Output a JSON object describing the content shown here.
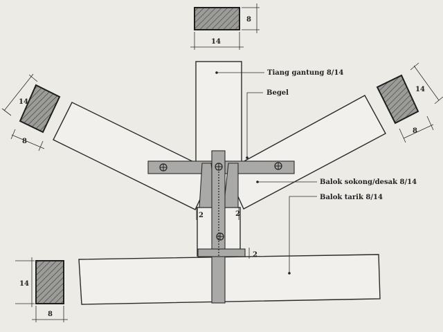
{
  "labels": {
    "hanging_post": "Tiang gantung 8/14",
    "stirrup": "Begel",
    "strut": "Balok sokong/desak 8/14",
    "tie_beam": "Balok tarik 8/14"
  },
  "dimensions": {
    "top_section_width": "14",
    "top_section_height": "8",
    "left_section_long": "14",
    "left_section_short": "8",
    "right_section_long": "14",
    "right_section_short": "8",
    "bottom_section_height": "14",
    "bottom_section_width": "8",
    "gap_left": "2",
    "gap_right": "2",
    "gap_lower": "2"
  },
  "colors": {
    "background": "#ecebe6",
    "plate": "#a9a9a7",
    "line": "#2a2a2a"
  }
}
